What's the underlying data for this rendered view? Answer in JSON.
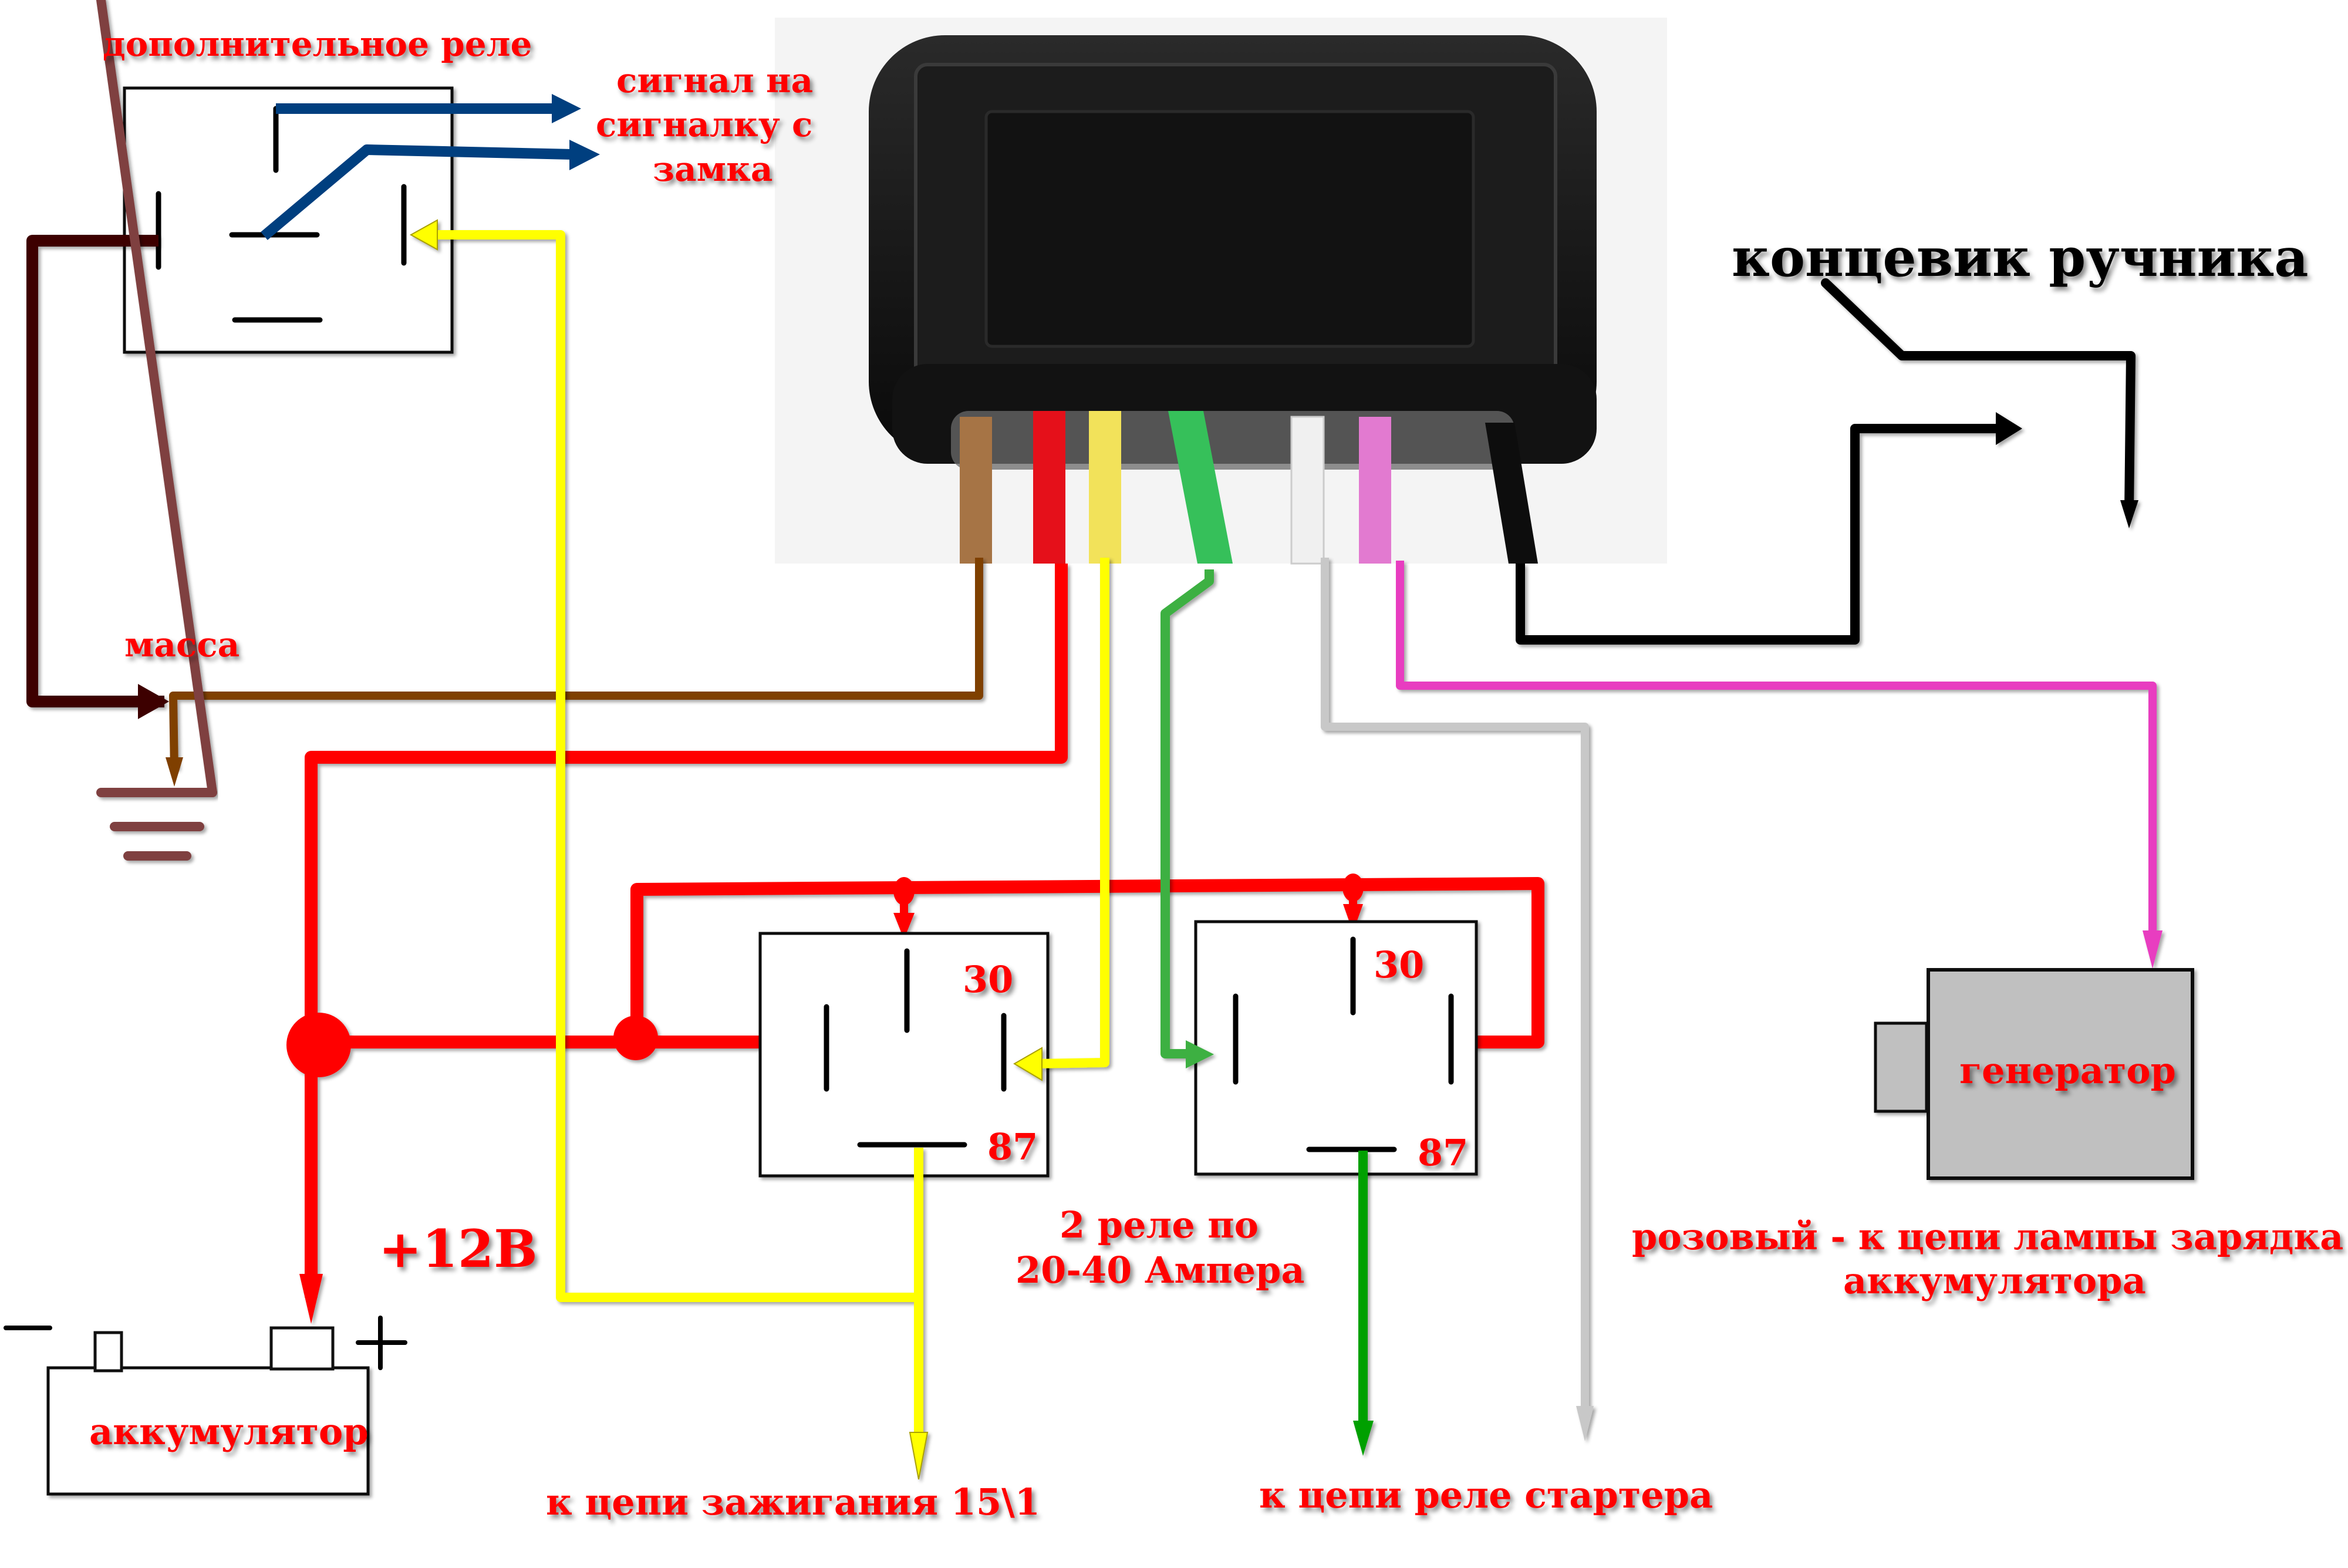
{
  "labels": {
    "extra_relay": "дополнительное реле",
    "signal_line1": "сигнал на",
    "signal_line2": "сигналку  с",
    "signal_line3": "замка",
    "handbrake_switch": "концевик ручника",
    "ground": "масса",
    "plus12v": "+12В",
    "battery": "аккумулятор",
    "relay_pin_30": "30",
    "relay_pin_87": "87",
    "relays_note_line1": "2 реле по",
    "relays_note_line2": "20-40 Ампера",
    "ignition_circuit": "к цепи зажигания 15\\1",
    "starter_relay_circuit": "к цепи реле стартера",
    "generator": "генератор",
    "pink_note_line1": "розовый  - к цепи лампы зарядка",
    "pink_note_line2": "аккумулятора"
  },
  "wire_colors": {
    "brown": "#7f3f00",
    "dark_brown": "#3d0000",
    "red": "#ff0000",
    "yellow": "#ffff00",
    "green": "#3cb043",
    "dark_green": "#00a000",
    "white_gray": "#c8c8c8",
    "pink": "#e83dc0",
    "black": "#000000",
    "blue": "#003f7f",
    "ground_symbol": "#7f4040",
    "generator_fill": "#c0c0c0"
  },
  "module_wires": [
    "brown",
    "red",
    "yellow",
    "green",
    "white",
    "pink",
    "black"
  ]
}
